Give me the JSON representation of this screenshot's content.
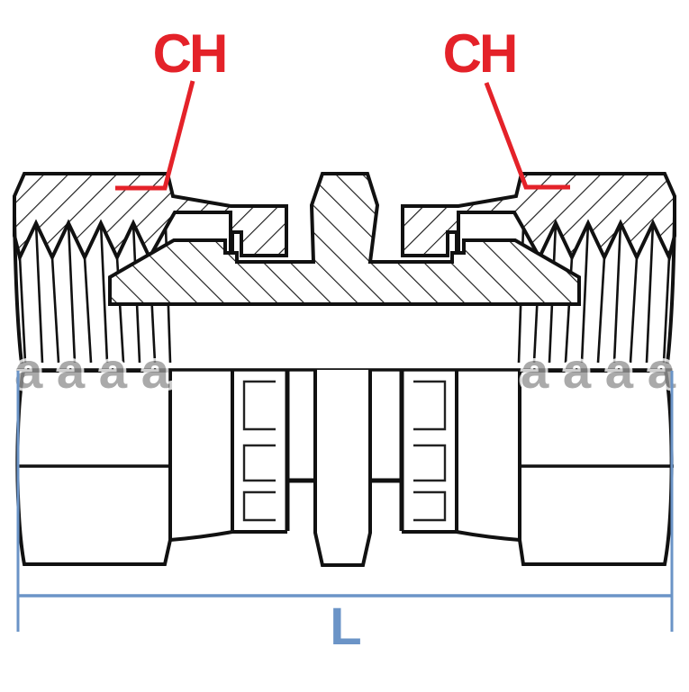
{
  "drawing": {
    "title": "Hydraulic fitting cross-section drawing",
    "labels": {
      "ch_left": "CH",
      "ch_right": "CH",
      "length": "L"
    },
    "watermark": {
      "left": "a a a a",
      "right": "a a a a"
    },
    "colors": {
      "callout_red": "#e42229",
      "dimension_blue": "#6b94c7",
      "line_black": "#111111",
      "watermark_gray": "#969696"
    }
  }
}
